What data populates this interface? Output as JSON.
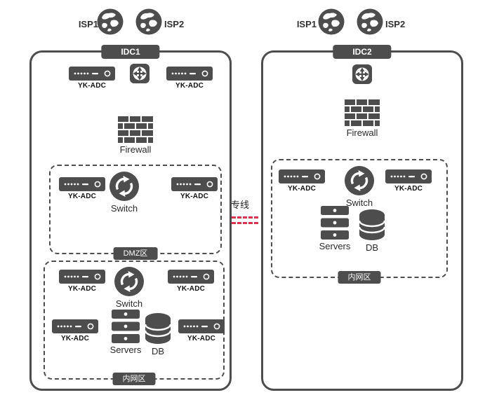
{
  "labels": {
    "isp1": "ISP1",
    "isp2": "ISP2",
    "idc1": "IDC1",
    "idc2": "IDC2",
    "yk_adc": "YK-ADC",
    "firewall": "Firewall",
    "switch": "Switch",
    "servers": "Servers",
    "db": "DB",
    "dmz_zone": "DMZ区",
    "intranet_zone": "内网区",
    "dedicated_line": "专线"
  },
  "colors": {
    "icon_dark": "#4d4d4d",
    "badge_bg": "#4d4d4d",
    "badge_text": "#ffffff",
    "dedicated_line_red": "#e0314b",
    "background": "#ffffff"
  },
  "icons": {
    "globe": "globe-icon",
    "appliance": "adc-appliance-icon",
    "router": "route-cross-icon",
    "firewall": "firewall-brick-icon",
    "switch": "switch-cycle-icon",
    "servers": "server-stack-icon",
    "database": "database-cylinder-icon",
    "dedicated_line": "red-dashed-line"
  }
}
